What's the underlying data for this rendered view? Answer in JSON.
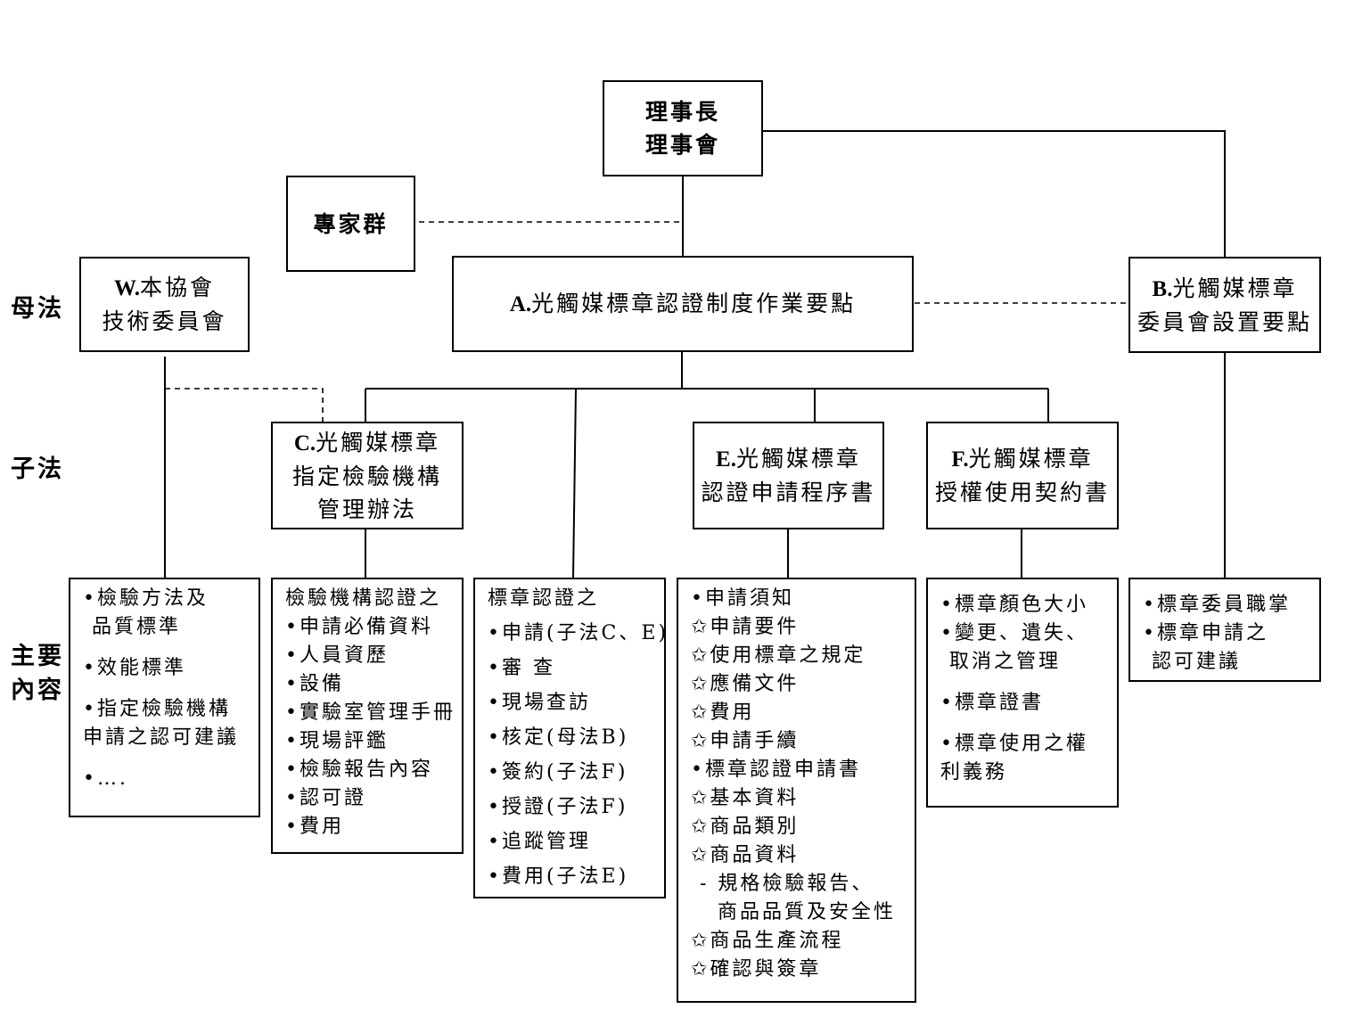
{
  "side_labels": {
    "parent_law": "母法",
    "sub_law": "子法",
    "main_content_1": "主要",
    "main_content_2": "內容"
  },
  "chairman": {
    "line1": "理事長",
    "line2": "理事會"
  },
  "experts": {
    "label": "專家群"
  },
  "tech_committee": {
    "code": "W.",
    "line1": "本協會",
    "line2": "技術委員會"
  },
  "main_rules": {
    "code": "A.",
    "text": "光觸媒標章認證制度作業要點"
  },
  "committee_rules": {
    "code": "B.",
    "line1": "光觸媒標章",
    "line2": "委員會設置要點"
  },
  "lab_rules": {
    "code": "C.",
    "line1": "光觸媒標章",
    "line2": "指定檢驗機構",
    "line3": "管理辦法"
  },
  "application_procedure": {
    "code": "E.",
    "line1": "光觸媒標章",
    "line2": "認證申請程序書"
  },
  "license_contract": {
    "code": "F.",
    "line1": "光觸媒標章",
    "line2": "授權使用契約書"
  },
  "content_w": [
    "•檢驗方法及",
    "品質標準",
    "•效能標準",
    "•指定檢驗機構",
    "申請之認可建議",
    "•…."
  ],
  "content_c": [
    "檢驗機構認證之",
    "•申請必備資料",
    "•人員資歷",
    "•設備",
    "•實驗室管理手冊",
    "•現場評鑑",
    "•檢驗報告內容",
    "•認可證",
    "•費用"
  ],
  "content_mark": [
    "標章認證之",
    "•申請(子法C、E)",
    "•審 查",
    "•現場查訪",
    "•核定(母法B)",
    "•簽約(子法F)",
    "•授證(子法F)",
    "•追蹤管理",
    "•費用(子法E)"
  ],
  "content_e": [
    "•申請須知",
    "✩申請要件",
    "✩使用標章之規定",
    "✩應備文件",
    "✩費用",
    "✩申請手續",
    "•標章認證申請書",
    "✩基本資料",
    "✩商品類別",
    "✩商品資料",
    "- 規格檢驗報告、",
    "商品品質及安全性",
    "✩商品生產流程",
    "✩確認與簽章"
  ],
  "content_f": [
    "•標章顏色大小",
    "•變更、遺失、",
    "取消之管理",
    "•標章證書",
    "•標章使用之權",
    "利義務"
  ],
  "content_b": [
    "•標章委員職掌",
    "•標章申請之",
    "認可建議"
  ]
}
